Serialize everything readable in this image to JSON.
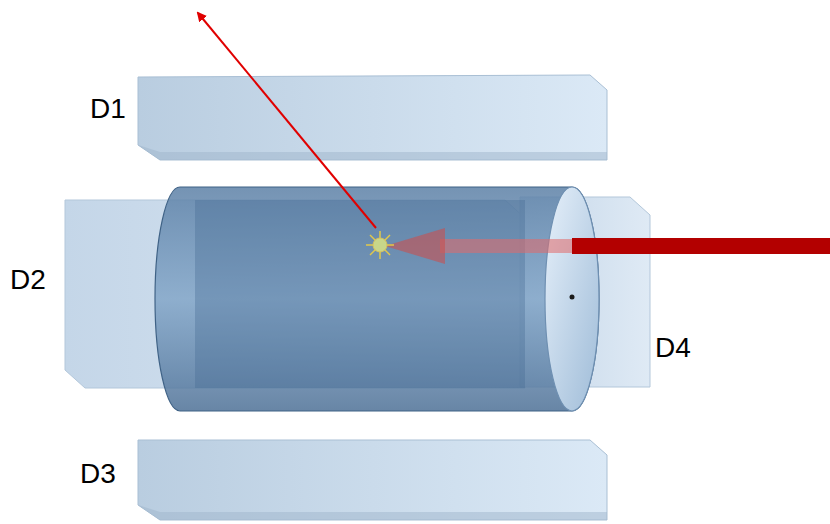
{
  "diagram": {
    "labels": [
      "D1",
      "D2",
      "D3",
      "D4"
    ]
  }
}
